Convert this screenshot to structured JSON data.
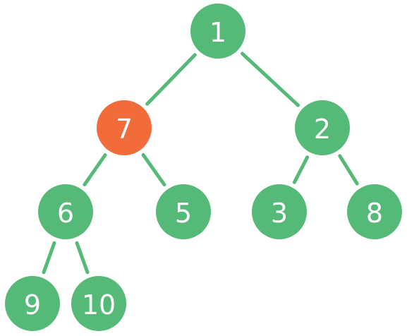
{
  "tree": {
    "colors": {
      "node": "#55b978",
      "highlight": "#f26b3a",
      "edge": "#55b978",
      "label": "#ffffff"
    },
    "nodes": [
      {
        "id": "n1",
        "label": "1",
        "highlighted": false
      },
      {
        "id": "n7",
        "label": "7",
        "highlighted": true
      },
      {
        "id": "n2",
        "label": "2",
        "highlighted": false
      },
      {
        "id": "n6",
        "label": "6",
        "highlighted": false
      },
      {
        "id": "n5",
        "label": "5",
        "highlighted": false
      },
      {
        "id": "n3",
        "label": "3",
        "highlighted": false
      },
      {
        "id": "n8",
        "label": "8",
        "highlighted": false
      },
      {
        "id": "n9",
        "label": "9",
        "highlighted": false
      },
      {
        "id": "n10",
        "label": "10",
        "highlighted": false
      }
    ],
    "edges": [
      {
        "from": "n1",
        "to": "n7"
      },
      {
        "from": "n1",
        "to": "n2"
      },
      {
        "from": "n7",
        "to": "n6"
      },
      {
        "from": "n7",
        "to": "n5"
      },
      {
        "from": "n2",
        "to": "n3"
      },
      {
        "from": "n2",
        "to": "n8"
      },
      {
        "from": "n6",
        "to": "n9"
      },
      {
        "from": "n6",
        "to": "n10"
      }
    ]
  }
}
